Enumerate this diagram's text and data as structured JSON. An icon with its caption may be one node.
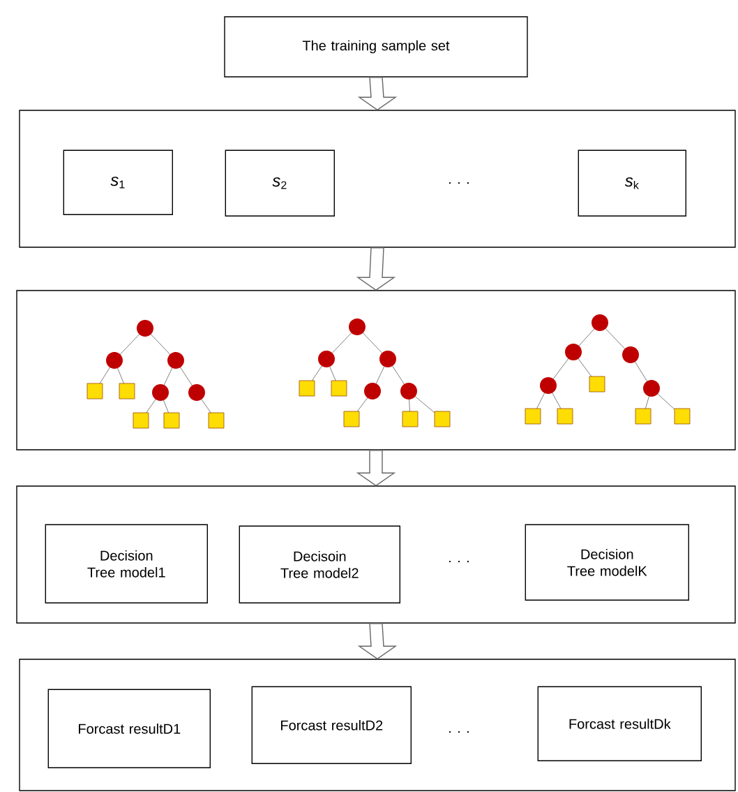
{
  "diagram": {
    "nodes": [
      {
        "text": [
          "The training sample set"
        ]
      },
      {
        "text": [],
        "shape": "box"
      },
      {
        "text": [
          "*s*$_{1}$"
        ],
        "in": 1
      },
      {
        "text": [
          "*s*$_{2}$"
        ],
        "in": 1
      },
      {
        "text": [
          "*s*$_{k}$"
        ],
        "in": 1
      },
      {
        "text": [],
        "shape": "box"
      },
      {
        "text": [],
        "shape": "box"
      },
      {
        "text": [
          "Decision Tree model1"
        ],
        "in": 6
      },
      {
        "text": [
          "Decisoin Tree model2"
        ],
        "in": 6
      },
      {
        "text": [
          "Decision Tree modelK"
        ],
        "in": 6
      },
      {
        "text": [],
        "shape": "box"
      },
      {
        "text": [
          "Forcast resultD1"
        ],
        "in": 10
      },
      {
        "text": [
          "Forcast resultD2"
        ],
        "in": 10
      },
      {
        "text": [
          "Forcast resultDk"
        ],
        "in": 10
      }
    ],
    "edges": [
      {
        "from": 0,
        "to": 1,
        "arrow": "to"
      },
      {
        "from": 1,
        "to": 5,
        "arrow": "to"
      },
      {
        "from": 5,
        "to": 6,
        "arrow": "to"
      },
      {
        "from": 6,
        "to": 10,
        "arrow": "to"
      }
    ],
    "labels": [
      ". . .",
      ". . .",
      ". . ."
    ]
  }
}
